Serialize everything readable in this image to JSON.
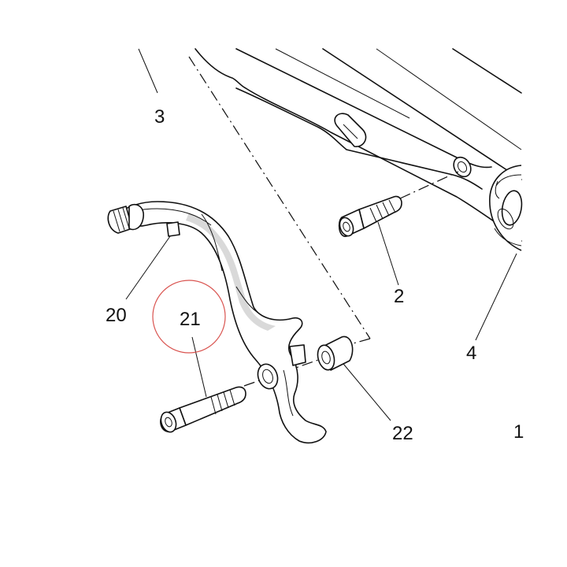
{
  "callouts": {
    "c1": "1",
    "c2": "2",
    "c3": "3",
    "c4": "4",
    "c20": "20",
    "c21": "21",
    "c22": "22"
  },
  "colors": {
    "line": "#111111",
    "highlight_circle": "#d9534f",
    "background": "#ffffff"
  }
}
